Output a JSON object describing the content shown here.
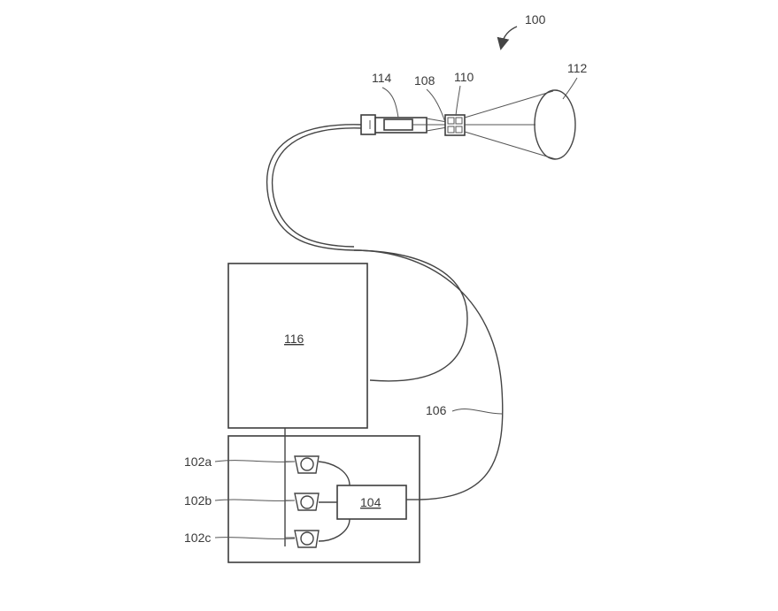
{
  "refs": {
    "fig": "100",
    "optic_element": "112",
    "lens_housing": "114",
    "fiber_end": "108",
    "connector": "110",
    "cable": "106",
    "controller_box": "116",
    "combiner": "104",
    "source_a": "102a",
    "source_b": "102b",
    "source_c": "102c"
  }
}
